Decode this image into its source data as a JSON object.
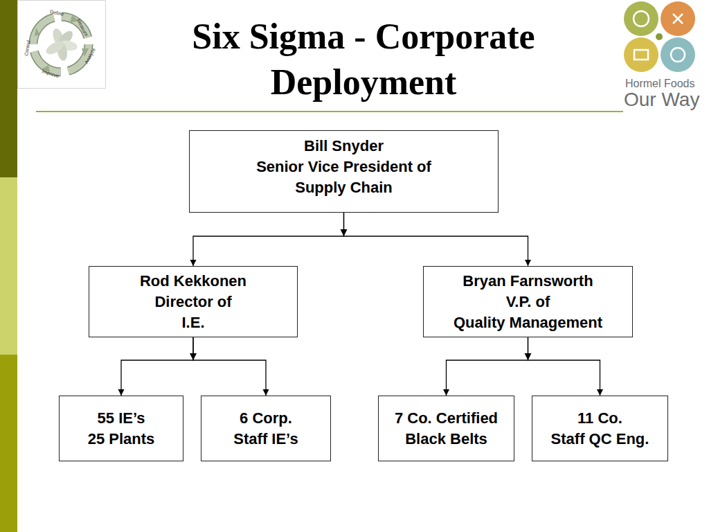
{
  "diagram": {
    "title": "Six Sigma - Corporate Deployment",
    "nodes": [
      {
        "text": [
          "Bill Snyder",
          "Senior Vice President of",
          "Supply Chain"
        ]
      },
      {
        "text": [
          "Rod Kekkonen",
          "Director of",
          "I.E."
        ]
      },
      {
        "text": [
          "Bryan Farnsworth",
          "V.P. of",
          "Quality Management"
        ]
      },
      {
        "text": [
          "55 IE’s",
          "25 Plants"
        ]
      },
      {
        "text": [
          "6 Corp.",
          "Staff IE’s"
        ]
      },
      {
        "text": [
          "7 Co. Certified",
          "Black Belts"
        ]
      },
      {
        "text": [
          "11 Co.",
          "Staff QC Eng."
        ]
      }
    ],
    "edges": [
      {
        "from": 0,
        "to": 1,
        "arrow": "to"
      },
      {
        "from": 0,
        "to": 2,
        "arrow": "to"
      },
      {
        "from": 1,
        "to": 3,
        "arrow": "to"
      },
      {
        "from": 1,
        "to": 4,
        "arrow": "to"
      },
      {
        "from": 2,
        "to": 5,
        "arrow": "to"
      },
      {
        "from": 2,
        "to": 6,
        "arrow": "to"
      }
    ],
    "labels": [
      "Define",
      "Measure",
      "Analyze",
      "Improve",
      "Control",
      "Hormel Foods",
      "Our Way"
    ]
  }
}
